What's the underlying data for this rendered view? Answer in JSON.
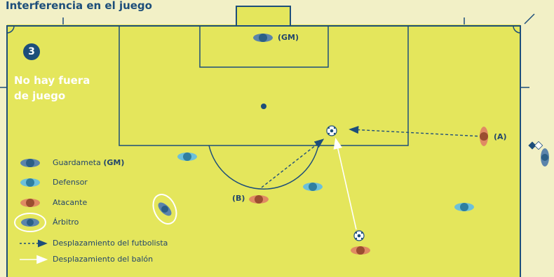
{
  "title": "Interferencia en el juego",
  "badge": "3",
  "rule_line1": "No hay fuera",
  "rule_line2": "de juego",
  "labels": {
    "gm": "(GM)",
    "a": "(A)",
    "b": "(B)"
  },
  "legend": {
    "goalkeeper": "Guardameta",
    "goalkeeper_abbr": "(GM)",
    "defender": "Defensor",
    "attacker": "Atacante",
    "referee": "Árbitro",
    "player_move": "Desplazamiento del futbolista",
    "ball_move": "Desplazamiento del balón"
  },
  "colors": {
    "pitch": "#e4e65c",
    "line": "#1d4e7a",
    "goalkeeper": "#2c5f86",
    "defender": "#3aa3c3",
    "attacker": "#c96a4a",
    "white": "#ffffff"
  },
  "icons": [
    "goalkeeper-icon",
    "defender-icon",
    "attacker-icon",
    "referee-icon",
    "ball-icon",
    "flag-icon"
  ]
}
